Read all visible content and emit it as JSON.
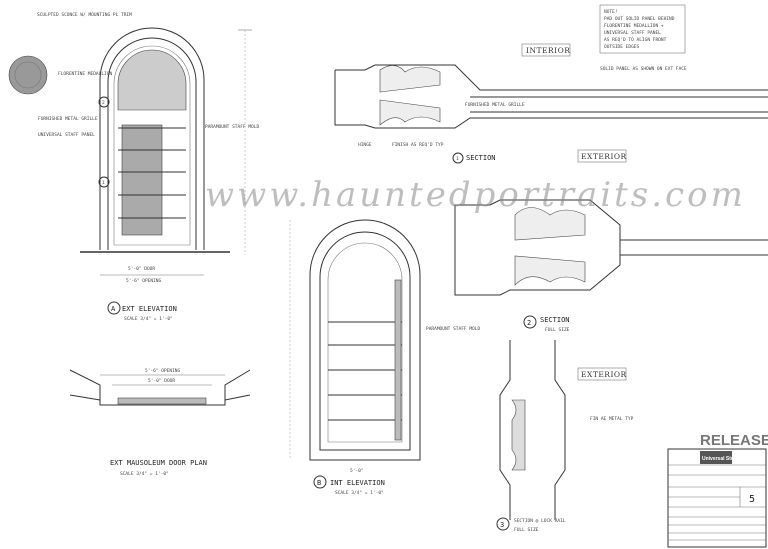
{
  "watermark": "www.hauntedportraits.com",
  "note": {
    "title": "NOTE!",
    "lines": [
      "PAD OUT SOLID PANEL BEHIND",
      "FLORENTINE MEDALLION +",
      "UNIVERSAL STAFF PANEL",
      "AS REQ'D TO ALIGN FRONT",
      "OUTSIDE EDGES"
    ]
  },
  "labels": {
    "interior": "INTERIOR",
    "exterior": "EXTERIOR",
    "sculpted_sconce": "SCULPTED SCONCE W/ MOUNTING PL TRIM",
    "florentine_medallion": "FLORENTINE MEDALLION",
    "furnished_metal_grille": "FURNISHED METAL GRILLE",
    "universal_staff_panel": "UNIVERSAL STAFF PANEL",
    "paramount_staff_mold": "PARAMOUNT STAFF MOLD",
    "furnished_metal_grille_top": "FURNISHED METAL GRILLE",
    "solid_panel": "SOLID PANEL AS SHOWN ON EXT FACE",
    "finish": "FINISH AS REQ'D TYP",
    "hinge": "HINGE",
    "opening_ext": "5'-6\" OPENING",
    "door_ext": "5'-0\" DOOR",
    "opening_plan": "5'-6\" OPENING",
    "door_plan": "5'-0\" DOOR",
    "door_int": "5'-0\"",
    "fin_ae": "FIN AE METAL TYP"
  },
  "views": {
    "a": {
      "marker": "A",
      "title": "EXT ELEVATION",
      "scale": "SCALE 3/4\" = 1'-0\""
    },
    "b": {
      "marker": "B",
      "title": "INT ELEVATION",
      "scale": "SCALE 3/4\" = 1'-0\""
    },
    "plan": {
      "title": "EXT MAUSOLEUM DOOR PLAN",
      "scale": "SCALE 3/4\" = 1'-0\""
    },
    "s1": {
      "marker": "1",
      "title": "SECTION"
    },
    "s2": {
      "marker": "2",
      "title": "SECTION",
      "scale": "FULL SIZE"
    },
    "s3": {
      "marker": "3",
      "title": "SECTION @ LOCK RAIL",
      "scale": "FULL SIZE"
    }
  },
  "title_block": {
    "stamp": "RELEASED",
    "company": "Universal Studios",
    "sheet": "5"
  }
}
